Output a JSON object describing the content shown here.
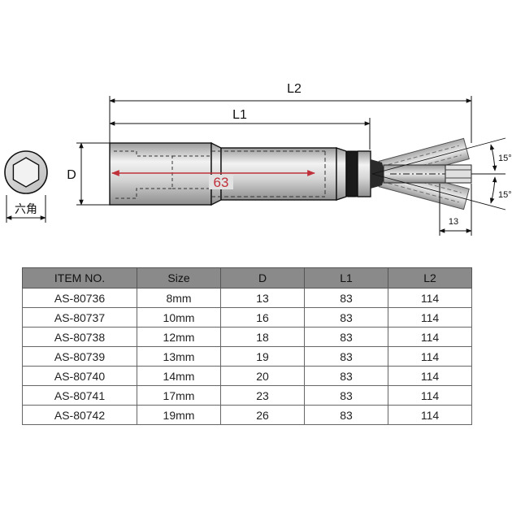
{
  "drawing": {
    "hex_label": "六角",
    "dim_d": "D",
    "dim_l1": "L1",
    "dim_l2": "L2",
    "dim_63": "63",
    "angle_top": "15°",
    "angle_bottom": "15°",
    "dim_13": "13",
    "colors": {
      "accent_red": "#c0303a",
      "line": "#111111",
      "body_gray": "#d9d9d9"
    }
  },
  "table": {
    "headers": [
      "ITEM NO.",
      "Size",
      "D",
      "L1",
      "L2"
    ],
    "rows": [
      [
        "AS-80736",
        "8mm",
        "13",
        "83",
        "114"
      ],
      [
        "AS-80737",
        "10mm",
        "16",
        "83",
        "114"
      ],
      [
        "AS-80738",
        "12mm",
        "18",
        "83",
        "114"
      ],
      [
        "AS-80739",
        "13mm",
        "19",
        "83",
        "114"
      ],
      [
        "AS-80740",
        "14mm",
        "20",
        "83",
        "114"
      ],
      [
        "AS-80741",
        "17mm",
        "23",
        "83",
        "114"
      ],
      [
        "AS-80742",
        "19mm",
        "26",
        "83",
        "114"
      ]
    ]
  }
}
